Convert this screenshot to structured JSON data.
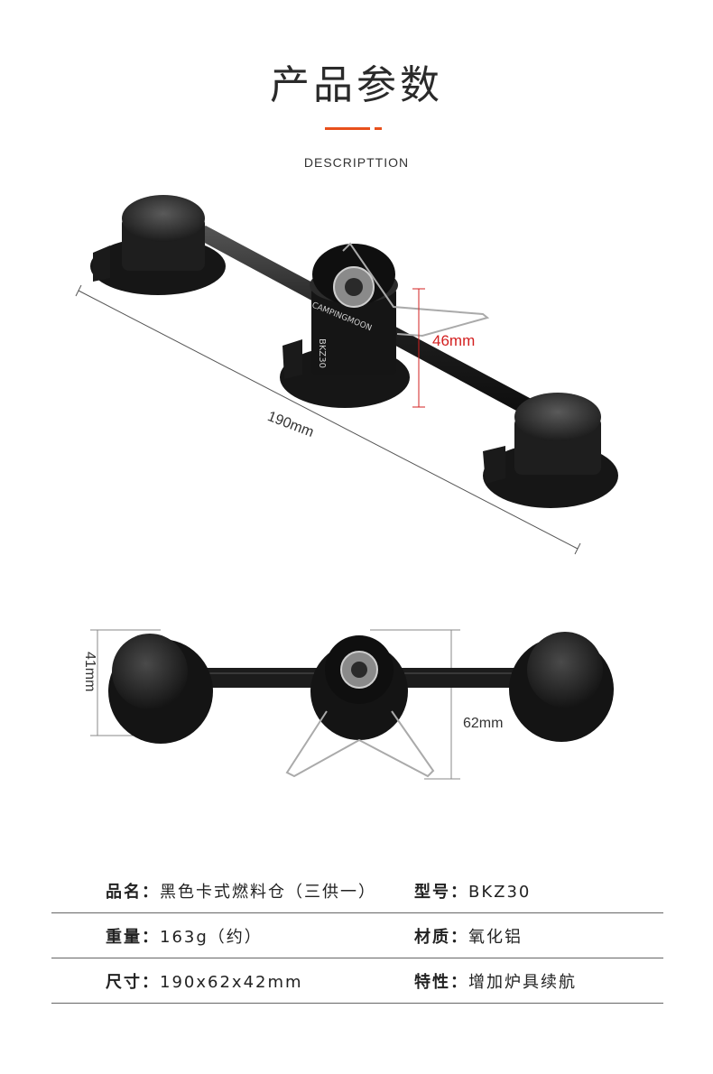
{
  "header": {
    "title": "产品参数",
    "subtitle": "DESCRIPTTION",
    "accent_color": "#e8501c"
  },
  "figure_top": {
    "length_label": "190mm",
    "height_label": "46mm",
    "brand_text": "CAMPINGMOON",
    "model_text": "BKZ30"
  },
  "figure_bottom": {
    "depth_label": "41mm",
    "width_label": "62mm"
  },
  "specs": [
    {
      "left": {
        "label": "品名：",
        "value": "黑色卡式燃料仓（三供一）"
      },
      "right": {
        "label": "型号：",
        "value": "BKZ30"
      }
    },
    {
      "left": {
        "label": "重量：",
        "value": "163g（约）"
      },
      "right": {
        "label": "材质：",
        "value": "氧化铝"
      }
    },
    {
      "left": {
        "label": "尺寸：",
        "value": "190x62x42mm"
      },
      "right": {
        "label": "特性：",
        "value": "增加炉具续航"
      }
    }
  ]
}
